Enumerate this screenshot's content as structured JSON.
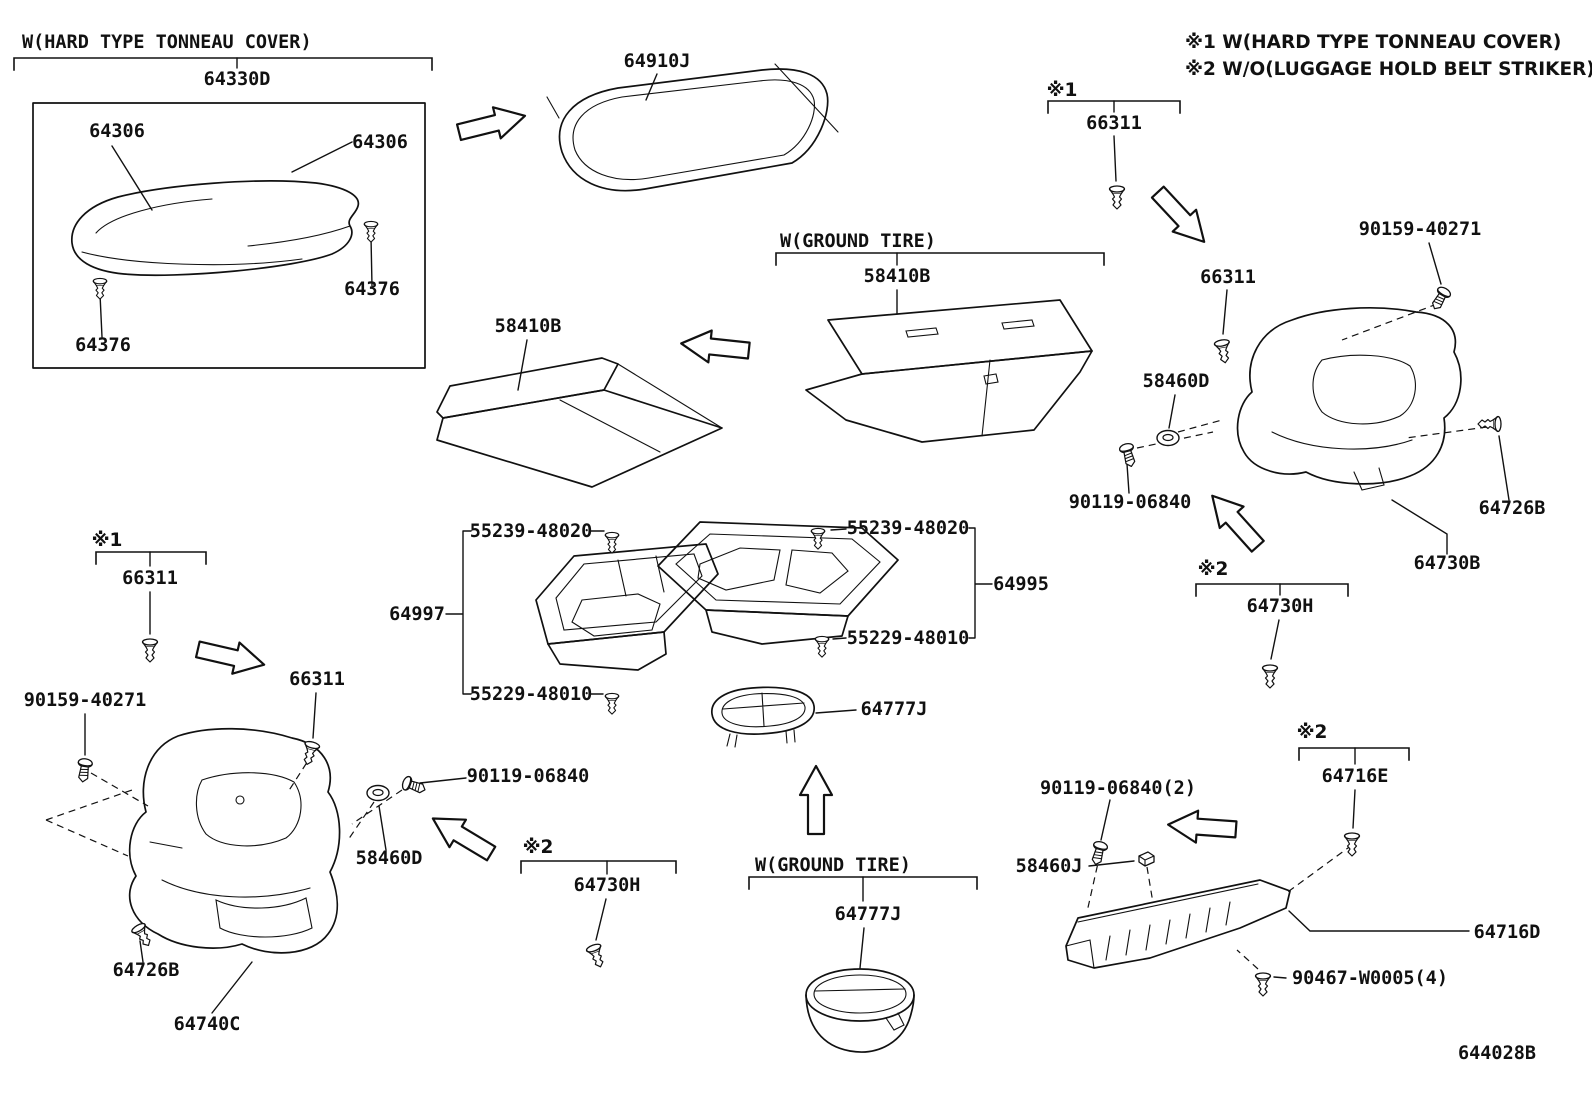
{
  "diagram_code": "644028B",
  "legend": [
    "※1 W(HARD TYPE TONNEAU COVER)",
    "※2 W/O(LUGGAGE HOLD BELT STRIKER)"
  ],
  "group_titles": {
    "hard_tonneau": "W(HARD TYPE TONNEAU COVER)",
    "ground_tire": "W(GROUND TIRE)"
  },
  "refs": {
    "r1": "※1",
    "r2": "※2"
  },
  "parts": {
    "64330D": "64330D",
    "64306": "64306",
    "64376": "64376",
    "64910J": "64910J",
    "58410B": "58410B",
    "66311": "66311",
    "90159-40271": "90159-40271",
    "58460D": "58460D",
    "90119-06840": "90119-06840",
    "90119-06840_2": "90119-06840(2)",
    "64726B": "64726B",
    "64730B": "64730B",
    "64730H": "64730H",
    "55239-48020": "55239-48020",
    "55229-48010": "55229-48010",
    "64997": "64997",
    "64995": "64995",
    "64777J": "64777J",
    "64740C": "64740C",
    "58460J": "58460J",
    "64716E": "64716E",
    "64716D": "64716D",
    "90467-W0005_4": "90467-W0005(4)"
  }
}
